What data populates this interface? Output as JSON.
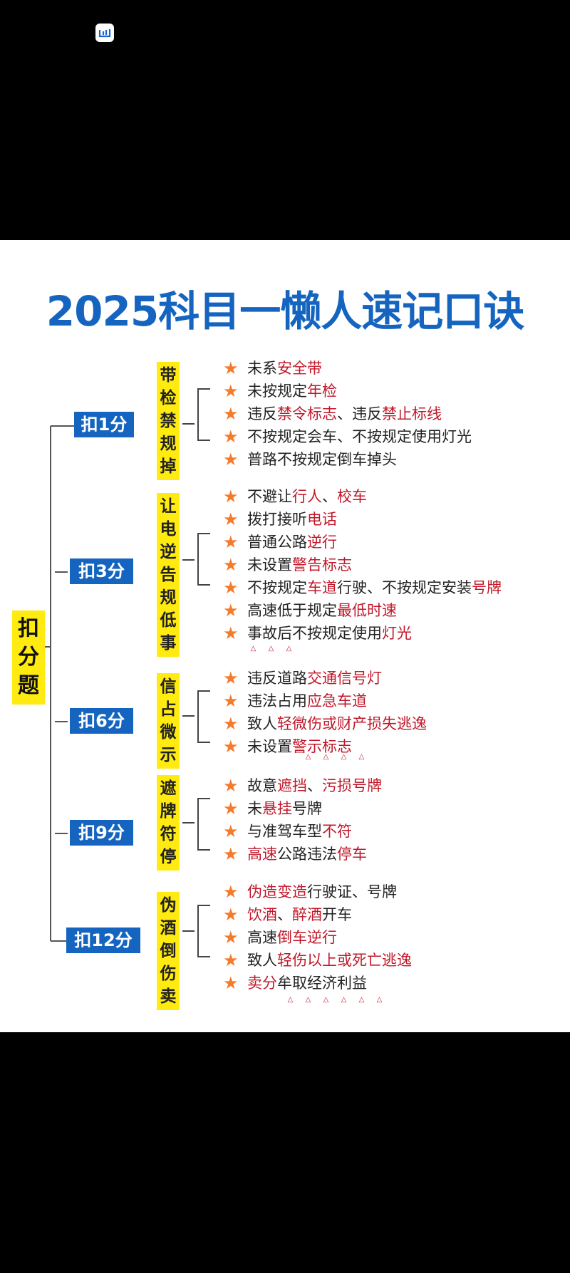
{
  "app_icon": "app-logo-icon",
  "title": "2025科目一懒人速记口诀",
  "root": {
    "label": "扣分题",
    "chars": [
      "扣",
      "分",
      "题"
    ]
  },
  "colors": {
    "title_blue": "#1565c0",
    "badge_blue": "#1565c0",
    "highlight_yellow": "#ffeb0f",
    "keyword_red": "#c0182a",
    "star_orange": "#f47a2c",
    "text_dark": "#222222"
  },
  "branches": [
    {
      "points": "扣1分",
      "mnemonic": [
        "带",
        "检",
        "禁",
        "规",
        "掉"
      ],
      "items": [
        [
          {
            "t": "未系"
          },
          {
            "t": "安全带",
            "hl": true
          }
        ],
        [
          {
            "t": "未按规定"
          },
          {
            "t": "年检",
            "hl": true
          }
        ],
        [
          {
            "t": "违反"
          },
          {
            "t": "禁令标志",
            "hl": true
          },
          {
            "t": "、违反"
          },
          {
            "t": "禁止标线",
            "hl": true
          }
        ],
        [
          {
            "t": "不按规定会车、不按规定使用灯光"
          }
        ],
        [
          {
            "t": "普路不按规定倒车掉头"
          }
        ]
      ]
    },
    {
      "points": "扣3分",
      "mnemonic": [
        "让",
        "电",
        "逆",
        "告",
        "规",
        "低",
        "事"
      ],
      "items": [
        [
          {
            "t": "不避让"
          },
          {
            "t": "行人",
            "hl": true
          },
          {
            "t": "、"
          },
          {
            "t": "校车",
            "hl": true
          }
        ],
        [
          {
            "t": "拨打接听"
          },
          {
            "t": "电话",
            "hl": true
          }
        ],
        [
          {
            "t": "普通公路"
          },
          {
            "t": "逆行",
            "hl": true
          }
        ],
        [
          {
            "t": "未设置"
          },
          {
            "t": "警告标志",
            "hl": true
          }
        ],
        [
          {
            "t": "不按规定"
          },
          {
            "t": "车道",
            "hl": true
          },
          {
            "t": "行驶、不按规定安装"
          },
          {
            "t": "号牌",
            "hl": true
          }
        ],
        [
          {
            "t": "高速低于规定"
          },
          {
            "t": "最低时速",
            "hl": true
          }
        ],
        [
          {
            "t": "事故后不按规定使用"
          },
          {
            "t": "灯光",
            "hl": true
          }
        ]
      ],
      "emphasis_marks": 3
    },
    {
      "points": "扣6分",
      "mnemonic": [
        "信",
        "占",
        "微",
        "示"
      ],
      "items": [
        [
          {
            "t": "违反道路"
          },
          {
            "t": "交通信号灯",
            "hl": true
          }
        ],
        [
          {
            "t": "违法占用"
          },
          {
            "t": "应急车道",
            "hl": true
          }
        ],
        [
          {
            "t": "致人"
          },
          {
            "t": "轻微伤或财产损失逃逸",
            "hl": true
          }
        ],
        [
          {
            "t": "未设置"
          },
          {
            "t": "警示标志",
            "hl": true
          }
        ]
      ],
      "emphasis_marks": 4
    },
    {
      "points": "扣9分",
      "mnemonic": [
        "遮",
        "牌",
        "符",
        "停"
      ],
      "items": [
        [
          {
            "t": "故意"
          },
          {
            "t": "遮挡",
            "hl": true
          },
          {
            "t": "、"
          },
          {
            "t": "污损号牌",
            "hl": true
          }
        ],
        [
          {
            "t": "未"
          },
          {
            "t": "悬挂",
            "hl": true
          },
          {
            "t": "号牌"
          }
        ],
        [
          {
            "t": "与准驾车型"
          },
          {
            "t": "不符",
            "hl": true
          }
        ],
        [
          {
            "t": "高速",
            "hl": true
          },
          {
            "t": "公路违法"
          },
          {
            "t": "停车",
            "hl": true
          }
        ]
      ]
    },
    {
      "points": "扣12分",
      "mnemonic": [
        "伪",
        "酒",
        "倒",
        "伤",
        "卖"
      ],
      "items": [
        [
          {
            "t": "伪造变造",
            "hl": true
          },
          {
            "t": "行驶证、号牌"
          }
        ],
        [
          {
            "t": "饮酒",
            "hl": true
          },
          {
            "t": "、"
          },
          {
            "t": "醉酒",
            "hl": true
          },
          {
            "t": "开车"
          }
        ],
        [
          {
            "t": "高速"
          },
          {
            "t": "倒车逆行",
            "hl": true
          }
        ],
        [
          {
            "t": "致人"
          },
          {
            "t": "轻伤以上或死亡逃逸",
            "hl": true
          }
        ],
        [
          {
            "t": "卖分",
            "hl": true
          },
          {
            "t": "牟取经济利益"
          }
        ]
      ],
      "emphasis_marks": 6
    }
  ]
}
